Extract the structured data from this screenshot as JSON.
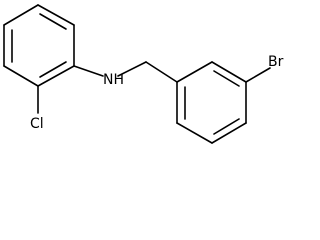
{
  "molecule": {
    "atoms": {
      "nh": "NH",
      "cl": "Cl",
      "br": "Br"
    }
  }
}
